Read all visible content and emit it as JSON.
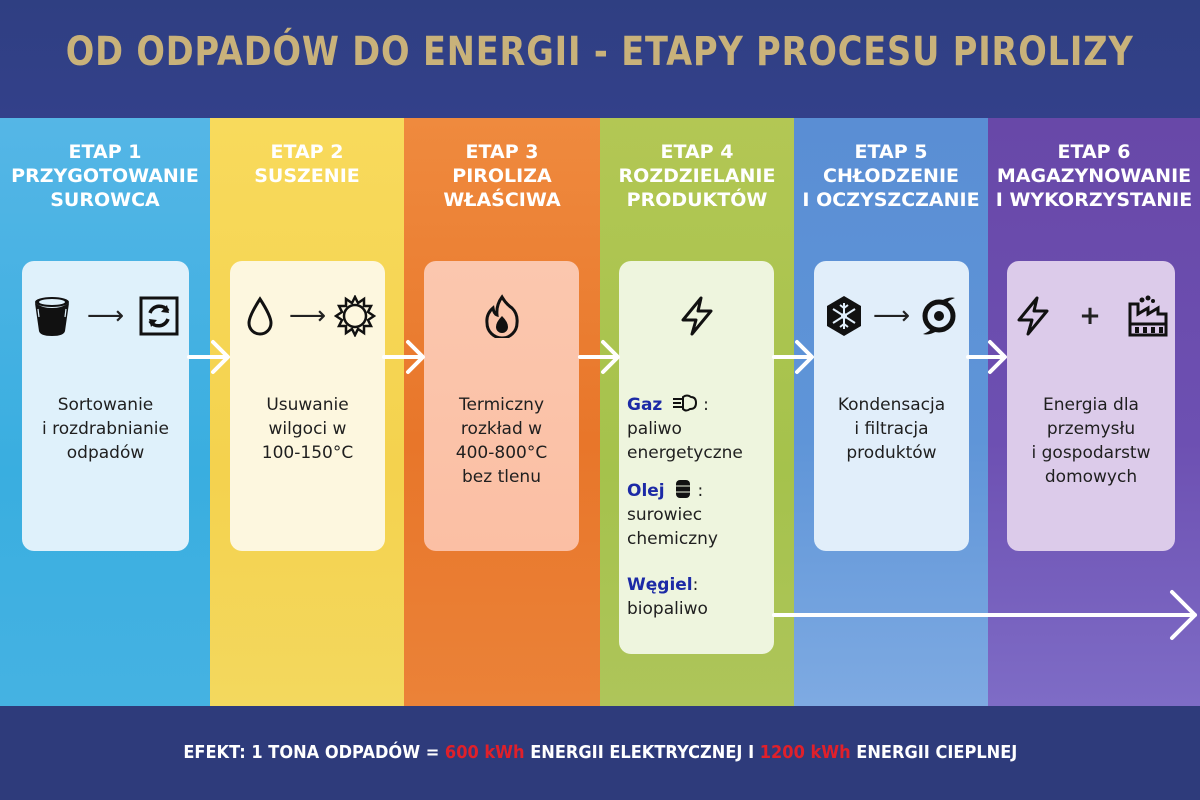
{
  "header": {
    "title": "OD ODPADÓW DO ENERGII - ETAPY PROCESU PIROLIZY",
    "title_color": "#c9b27a",
    "background": "#2f3d7c"
  },
  "stages": [
    {
      "label": "ETAP 1",
      "name_lines": [
        "PRZYGOTOWANIE",
        "SUROWCA"
      ],
      "icons": [
        "bucket-icon",
        "arrow-right",
        "recycle-box-icon"
      ],
      "description_lines": [
        "Sortowanie",
        "i rozdrabnianie",
        "odpadów"
      ],
      "column_color": "#3aaee0",
      "card_color": "#dff1fb"
    },
    {
      "label": "ETAP 2",
      "name_lines": [
        "SUSZENIE"
      ],
      "icons": [
        "water-drop-icon",
        "arrow-right",
        "sun-icon"
      ],
      "description_lines": [
        "Usuwanie",
        "wilgoci w",
        "100-150°C"
      ],
      "column_color": "#f4d556",
      "card_color": "#fdf7df"
    },
    {
      "label": "ETAP 3",
      "name_lines": [
        "PIROLIZA",
        "WŁAŚCIWA"
      ],
      "icons": [
        "fire-icon"
      ],
      "description_lines": [
        "Termiczny",
        "rozkład w",
        "400-800°C",
        "bez tlenu"
      ],
      "column_color": "#ea7d2c",
      "card_color": "#fbc6ac"
    },
    {
      "label": "ETAP 4",
      "name_lines": [
        "ROZDZIELANIE",
        "PRODUKTÓW"
      ],
      "icons": [
        "lightning-icon"
      ],
      "products": [
        {
          "name": "Gaz",
          "icon": "gas-cloud-icon",
          "lines": [
            "paliwo",
            "energetyczne"
          ]
        },
        {
          "name": "Olej",
          "icon": "oil-barrel-icon",
          "lines": [
            "surowiec",
            "chemiczny"
          ]
        },
        {
          "name": "Węgiel",
          "icon": "",
          "lines": [
            "biopaliwo"
          ]
        }
      ],
      "column_color": "#a9c450",
      "card_color": "#eef5de"
    },
    {
      "label": "ETAP 5",
      "name_lines": [
        "CHŁODZENIE",
        "I OCZYSZCZANIE"
      ],
      "icons": [
        "snowflake-icon",
        "arrow-right",
        "cyclone-icon"
      ],
      "description_lines": [
        "Kondensacja",
        "i filtracja",
        "produktów"
      ],
      "column_color": "#5f93d8",
      "card_color": "#e1eefa"
    },
    {
      "label": "ETAP 6",
      "name_lines": [
        "MAGAZYNOWANIE",
        "I WYKORZYSTANIE"
      ],
      "icons": [
        "lightning-icon",
        "plus",
        "factory-icon"
      ],
      "description_lines": [
        "Energia dla",
        "przemysłu",
        "i gospodarstw",
        "domowych"
      ],
      "column_color": "#6a4fb0",
      "card_color": "#dccbea"
    }
  ],
  "symbols": {
    "arrow": "⟶",
    "plus": "+",
    "colon": ":"
  },
  "footer": {
    "prefix": "EFEKT: 1 TONA ODPADÓW = ",
    "value1": "600 kWh",
    "middle": " ENERGII ELEKTRYCZNEJ I ",
    "value2": "1200 kWh",
    "suffix": " ENERGII CIEPLNEJ",
    "highlight_color": "#e0202a"
  }
}
